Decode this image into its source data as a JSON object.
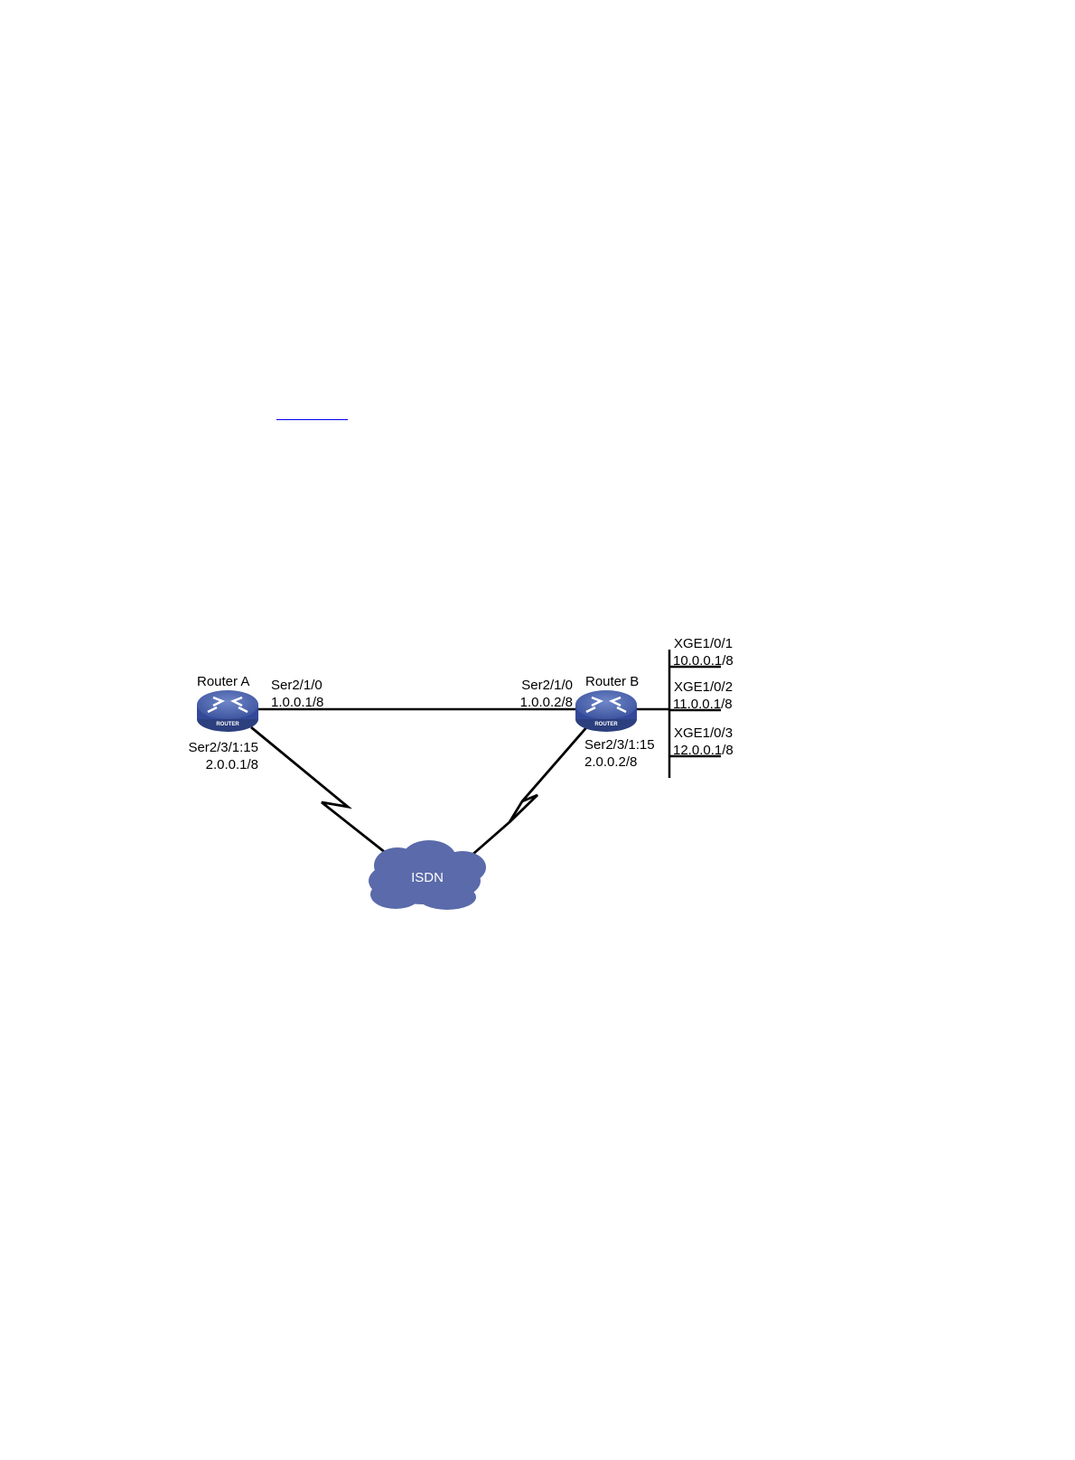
{
  "diagram": {
    "router_a": {
      "name": "Router A",
      "ser_link_port": "Ser2/1/0",
      "ser_link_ip": "1.0.0.1/8",
      "isdn_port": "Ser2/3/1:15",
      "isdn_ip": "2.0.0.1/8"
    },
    "router_b": {
      "name": "Router B",
      "ser_link_port": "Ser2/1/0",
      "ser_link_ip": "1.0.0.2/8",
      "isdn_port": "Ser2/3/1:15",
      "isdn_ip": "2.0.0.2/8"
    },
    "router_icon_text": "ROUTER",
    "cloud": "ISDN",
    "lan": [
      {
        "port": "XGE1/0/1",
        "ip": "10.0.0.1/8"
      },
      {
        "port": "XGE1/0/2",
        "ip": "11.0.0.1/8"
      },
      {
        "port": "XGE1/0/3",
        "ip": "12.0.0.1/8"
      }
    ],
    "colors": {
      "router": "#4a63a8",
      "router_dark": "#2c3f7e",
      "cloud": "#5a6aaa",
      "link": "#000000",
      "hyperlink": "#0000ee"
    }
  }
}
